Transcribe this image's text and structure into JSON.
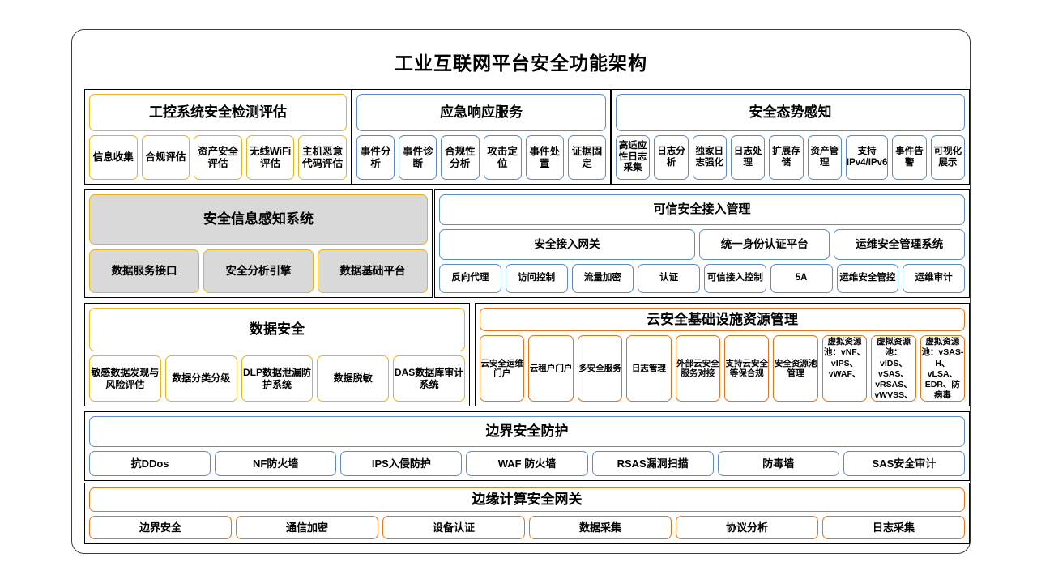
{
  "diagram": {
    "title": "工业互联网平台安全功能架构"
  },
  "sections": {
    "ics_assessment": {
      "header": "工控系统安全检测评估",
      "items": [
        "信息收集",
        "合规评估",
        "资产安全评估",
        "无线WiFi评估",
        "主机恶意代码评估"
      ]
    },
    "emergency_response": {
      "header": "应急响应服务",
      "items": [
        "事件分析",
        "事件诊断",
        "合规性分析",
        "攻击定位",
        "事件处置",
        "证据固定"
      ]
    },
    "situational_awareness": {
      "header": "安全态势感知",
      "items": [
        "高适应性日志采集",
        "日志分析",
        "独家日志强化",
        "日志处理",
        "扩展存储",
        "资产管理",
        "支持IPv4/IPv6",
        "事件告警",
        "可视化展示"
      ]
    },
    "security_info_system": {
      "header": "安全信息感知系统",
      "items": [
        "数据服务接口",
        "安全分析引擎",
        "数据基础平台"
      ]
    },
    "trusted_access": {
      "header": "可信安全接入管理",
      "platforms": [
        "安全接入网关",
        "统一身份认证平台",
        "运维安全管理系统"
      ],
      "items": [
        "反向代理",
        "访问控制",
        "流量加密",
        "认证",
        "可信接入控制",
        "5A",
        "运维安全管控",
        "运维审计"
      ]
    },
    "data_security": {
      "header": "数据安全",
      "items": [
        "敏感数据发现与风险评估",
        "数据分类分级",
        "DLP数据泄漏防护系统",
        "数据脱敏",
        "DAS数据库审计系统"
      ]
    },
    "cloud_security": {
      "header": "云安全基础设施资源管理",
      "items": [
        "云安全运维门户",
        "云租户门户",
        "多安全服务",
        "日志管理",
        "外部云安全服务对接",
        "支持云安全等保合规",
        "安全资源池管理"
      ],
      "pools": [
        "虚拟资源池：vNF、vIPS、vWAF、",
        "虚拟资源池：vIDS、vSAS、vRSAS、vWVSS、",
        "虚拟资源池：vSAS-H、vLSA、EDR、防病毒"
      ]
    },
    "border_security": {
      "header": "边界安全防护",
      "items": [
        "抗DDos",
        "NF防火墙",
        "IPS入侵防护",
        "WAF 防火墙",
        "RSAS漏洞扫描",
        "防毒墙",
        "SAS安全审计"
      ]
    },
    "edge_gateway": {
      "header": "边缘计算安全网关",
      "items": [
        "边界安全",
        "通信加密",
        "设备认证",
        "数据采集",
        "协议分析",
        "日志采集"
      ]
    }
  },
  "colors": {
    "gold": "#e8b416",
    "blue": "#5b8cc6",
    "orange": "#e2751f",
    "gray_fill": "#d9d9d9",
    "frame": "#3c3c3c"
  }
}
